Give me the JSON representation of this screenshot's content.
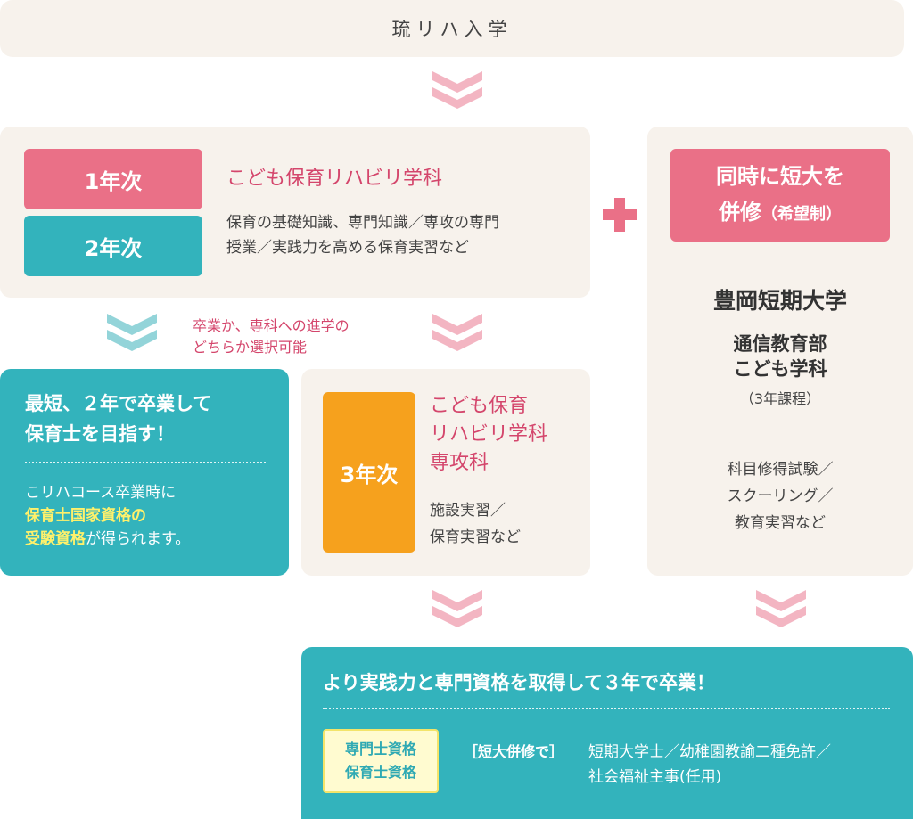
{
  "header": {
    "title": "琉リハ入学"
  },
  "colors": {
    "pink": "#ea7087",
    "teal": "#33b3bc",
    "orange": "#f6a11d",
    "beige": "#f7f2ec",
    "chevron_pink": "#f3b5c2",
    "chevron_teal": "#93d4d9",
    "highlight": "#fff16b"
  },
  "course1": {
    "badge_year1": "1年次",
    "badge_year2": "2年次",
    "title": "こども保育リハビリ学科",
    "desc_line1": "保育の基礎知識、専門知識／専攻の専門",
    "desc_line2": "授業／実践力を高める保育実習など"
  },
  "choice_note": {
    "line1": "卒業か、専科への進学の",
    "line2": "どちらか選択可能"
  },
  "right_panel": {
    "badge_line1": "同時に短大を",
    "badge_line2_main": "併修",
    "badge_line2_small": "（希望制）",
    "college": "豊岡短期大学",
    "dept_line1": "通信教育部",
    "dept_line2": "こども学科",
    "length": "（3年課程）",
    "desc_line1": "科目修得試験／",
    "desc_line2": "スクーリング／",
    "desc_line3": "教育実習など"
  },
  "graduate_panel": {
    "title_line1": "最短、２年で卒業して",
    "title_line2": "保育士を目指す！",
    "desc_line1": "こリハコース卒業時に",
    "desc_hl1": "保育士国家資格の",
    "desc_hl2": "受験資格",
    "desc_tail": "が得られます。"
  },
  "course3": {
    "badge": "3年次",
    "title_line1": "こども保育",
    "title_line2": "リハビリ学科",
    "title_line3": "専攻科",
    "desc_line1": "施設実習／",
    "desc_line2": "保育実習など"
  },
  "result": {
    "title": "より実践力と専門資格を取得して３年で卒業！",
    "cert1": "専門士資格",
    "cert2": "保育士資格",
    "tag": "［短大併修で］",
    "desc_line1": "短期大学士／幼稚園教諭二種免許／",
    "desc_line2": "社会福祉主事(任用)"
  },
  "icons": {
    "plus": "plus-icon",
    "arrow": "chevron-down-icon"
  }
}
